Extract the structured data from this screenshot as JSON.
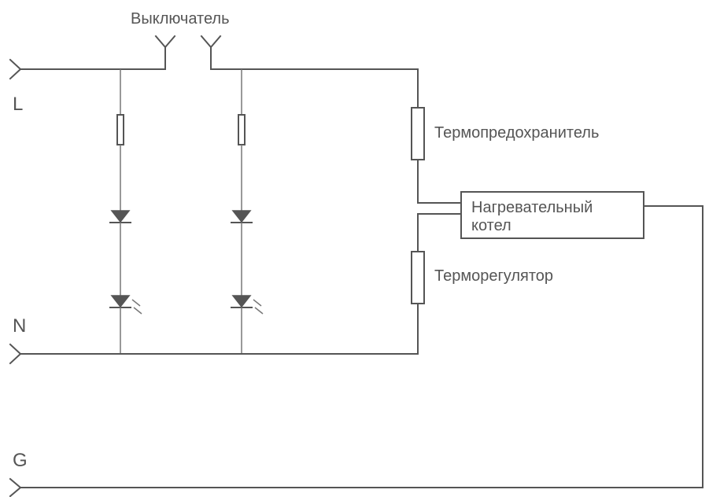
{
  "labels": {
    "switch": "Выключатель",
    "line": "L",
    "neutral": "N",
    "ground": "G",
    "thermal_fuse": "Термопредохранитель",
    "heater_line1": "Нагревательный",
    "heater_line2": "котел",
    "thermostat": "Терморегулятор"
  },
  "colors": {
    "wire": "#555555",
    "background": "#ffffff"
  }
}
